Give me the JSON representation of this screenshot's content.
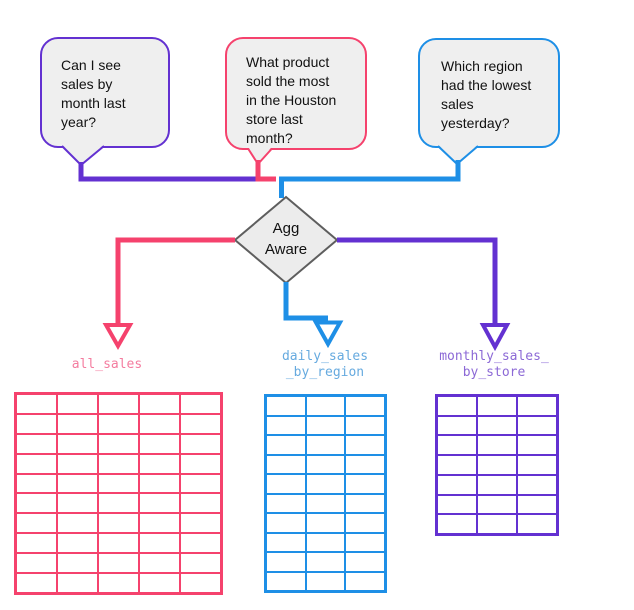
{
  "colors": {
    "purple": "#6331D1",
    "pink": "#F5426D",
    "blue": "#1E8FE6",
    "purple_label": "#8C69D6",
    "pink_label": "#F47C9F",
    "blue_label": "#66AADF",
    "bubble_fill": "#EFEFEF",
    "diamond_fill": "#ECECEC",
    "diamond_border": "#5E5E5E",
    "text": "#111111"
  },
  "bubbles": [
    {
      "text": "Can I see\nsales by\nmonth last\nyear?"
    },
    {
      "text": "What product\nsold the most\nin the Houston\nstore last\nmonth?"
    },
    {
      "text": "Which region\nhad the lowest\nsales\nyesterday?"
    }
  ],
  "decision": {
    "label": "Agg\nAware"
  },
  "tables": [
    {
      "label": "all_sales",
      "rows": 10,
      "cols": 5
    },
    {
      "label": "daily_sales\n_by_region",
      "rows": 10,
      "cols": 3
    },
    {
      "label": "monthly_sales_\nby_store",
      "rows": 7,
      "cols": 3
    }
  ]
}
